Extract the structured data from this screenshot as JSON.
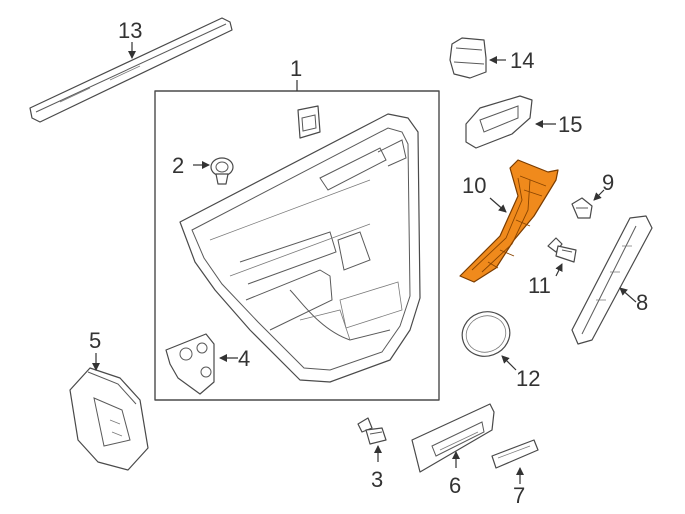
{
  "diagram": {
    "highlight_color": "#f08a1c",
    "callouts": [
      {
        "id": "c1",
        "label": "1"
      },
      {
        "id": "c2",
        "label": "2"
      },
      {
        "id": "c3",
        "label": "3"
      },
      {
        "id": "c4",
        "label": "4"
      },
      {
        "id": "c5",
        "label": "5"
      },
      {
        "id": "c6",
        "label": "6"
      },
      {
        "id": "c7",
        "label": "7"
      },
      {
        "id": "c8",
        "label": "8"
      },
      {
        "id": "c9",
        "label": "9"
      },
      {
        "id": "c10",
        "label": "10"
      },
      {
        "id": "c11",
        "label": "11"
      },
      {
        "id": "c12",
        "label": "12"
      },
      {
        "id": "c13",
        "label": "13"
      },
      {
        "id": "c14",
        "label": "14"
      },
      {
        "id": "c15",
        "label": "15"
      }
    ]
  }
}
